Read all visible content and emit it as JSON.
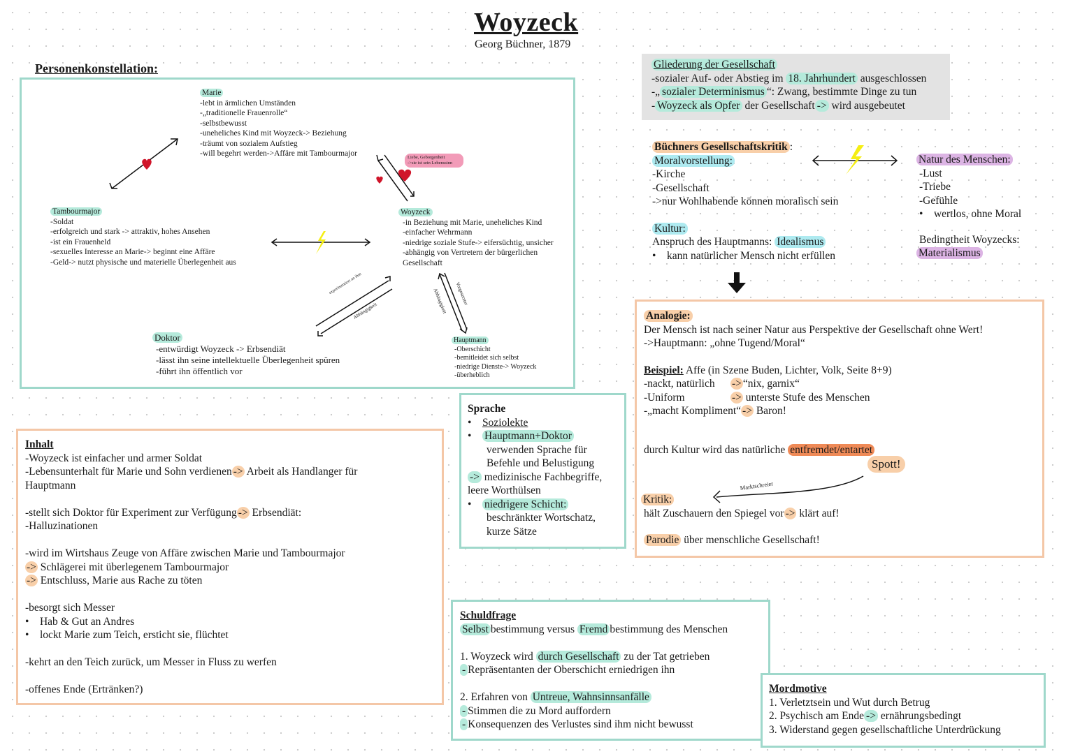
{
  "header": {
    "title": "Woyzeck",
    "subtitle": "Georg Büchner, 1879"
  },
  "personen": {
    "heading": "Personenkonstellation:",
    "marie": {
      "name": "Marie",
      "lines": [
        "-lebt in ärmlichen Umständen",
        "-„traditionelle Frauenrolle“",
        "-selbstbewusst",
        "-uneheliches Kind mit Woyzeck-> Beziehung",
        "-träumt von sozialem Aufstieg",
        "-will begehrt werden->Affäre mit Tambourmajor"
      ]
    },
    "tambourmajor": {
      "name": "Tambourmajor",
      "lines": [
        "-Soldat",
        "-erfolgreich und stark -> attraktiv, hohes Ansehen",
        "-ist ein Frauenheld",
        "-sexuelles Interesse an Marie-> beginnt eine Affäre",
        "-Geld-> nutzt physische und materielle Überlegenheit aus"
      ]
    },
    "woyzeck": {
      "name": "Woyzeck",
      "lines": [
        "-in Beziehung mit Marie, uneheliches Kind",
        "-einfacher Wehrmann",
        "-niedrige soziale Stufe-> eifersüchtig, unsicher",
        "-abhängig von Vertretern der bürgerlichen",
        "Gesellschaft"
      ]
    },
    "doktor": {
      "name": "Doktor",
      "lines": [
        "-entwürdigt Woyzeck -> Erbsendiät",
        "-lässt ihn seine intellektuelle Überlegenheit spüren",
        "-führt ihn öffentlich vor"
      ]
    },
    "hauptmann": {
      "name": "Hauptmann",
      "lines": [
        "-Oberschicht",
        "-bemitleidet sich selbst",
        "-niedrige Dienste-> Woyzeck",
        "-überheblich"
      ]
    },
    "liebe_note": [
      "Liebe, Geborgenheit",
      "->sie ist sein Lebenssinn"
    ],
    "arrow_labels": {
      "doktor_top": "experimentiert an ihm",
      "doktor_bottom": "Abhängigkeit",
      "hauptmann_left": "Abhängigkeit",
      "hauptmann_right": "Vorgesetzter"
    }
  },
  "gliederung": {
    "title": "Gliederung der Gesellschaft",
    "l1": {
      "a": "-sozialer Auf- oder Abstieg im ",
      "b": "18. Jahrhundert",
      "c": " ausgeschlossen"
    },
    "l2": {
      "a": "-„",
      "b": "sozialer Determinismus",
      "c": "“: Zwang, bestimmte Dinge zu tun"
    },
    "l3": {
      "a": "-",
      "b": "Woyzeck als Opfer",
      "c": " der Gesellschaft",
      "d": "->",
      "e": " wird ausgebeutet"
    }
  },
  "kritik": {
    "title": "Büchners Gesellschaftskritik",
    "title_colon": ":",
    "moral_title": "Moralvorstellung:",
    "moral_items": [
      "-Kirche",
      "-Gesellschaft",
      "->nur Wohlhabende können moralisch sein"
    ],
    "kultur_title": "Kultur:",
    "kultur_a": "Anspruch des Hauptmanns: ",
    "kultur_b": "Idealismus",
    "kultur_bullet": "kann natürlicher Mensch nicht erfüllen",
    "natur_title": "Natur des Menschen:",
    "natur_items": [
      "-Lust",
      "-Triebe",
      "-Gefühle"
    ],
    "natur_bullet": "wertlos, ohne Moral",
    "bedingt_title": "Bedingtheit Woyzecks:",
    "bedingt_value": "Materialismus"
  },
  "analogie": {
    "title": "Analogie:",
    "l1": "Der Mensch ist nach seiner Natur aus Perspektive der Gesellschaft ohne Wert!",
    "l2": "->Hauptmann: „ohne Tugend/Moral“",
    "beispiel_title": "Beispiel:",
    "beispiel_text": " Affe (in Szene Buden, Lichter, Volk, Seite 8+9)",
    "b1a": "-nackt, natürlich",
    "b1b": "->",
    "b1c": "“nix, garnix“",
    "b2a": "-Uniform",
    "b2b": "->",
    "b2c": " unterste Stufe des Menschen",
    "b3a": "-„macht Kompliment“",
    "b3b": "->",
    "b3c": " Baron!",
    "kultur_a": "durch Kultur wird das natürliche ",
    "kultur_b": "entfremdet/entartet",
    "spott": "Spott!",
    "marktschreier": "Marktschreier",
    "kritik_title": "Kritik:",
    "kritik_a": "hält Zuschauern den Spiegel vor",
    "kritik_b": "->",
    "kritik_c": " klärt auf!",
    "parodie_a": "Parodie",
    "parodie_b": " über menschliche Gesellschaft!"
  },
  "inhalt": {
    "title": "Inhalt",
    "l1": "-Woyzeck ist einfacher und armer Soldat",
    "l2a": "-Lebensunterhalt für Marie und Sohn verdienen",
    "l2b": "->",
    "l2c": " Arbeit als Handlanger für",
    "l3": "Hauptmann",
    "l4a": "-stellt sich Doktor für Experiment zur Verfügung",
    "l4b": "->",
    "l4c": " Erbsendiät:",
    "l5": "-Halluzinationen",
    "l6": "-wird im Wirtshaus Zeuge von Affäre zwischen Marie und Tambourmajor",
    "l7a": "->",
    "l7b": " Schlägerei mit überlegenem Tambourmajor",
    "l8a": "->",
    "l8b": " Entschluss, Marie aus Rache zu töten",
    "l9": "-besorgt sich Messer",
    "b1": "Hab & Gut an Andres",
    "b2": "lockt Marie zum Teich, ersticht sie, flüchtet",
    "l10": "-kehrt an den Teich zurück, um Messer in Fluss zu werfen",
    "l11": "-offenes Ende (Ertränken?)"
  },
  "sprache": {
    "title": "Sprache",
    "b1": "Soziolekte",
    "b2a": "Hauptmann+Doktor",
    "b2b": "verwenden Sprache für",
    "b2c": "Befehle und Belustigung",
    "l3a": "->",
    "l3b": " medizinische Fachbegriffe,",
    "l4": "leere Worthülsen",
    "b3a": "niedrigere Schicht:",
    "b3b": "beschränkter Wortschatz,",
    "b3c": "kurze Sätze"
  },
  "schuld": {
    "title": "Schuldfrage",
    "l1a": "Selbst",
    "l1b": "bestimmung versus ",
    "l1c": "Fremd",
    "l1d": "bestimmung des Menschen",
    "p1a": "1.   Woyzeck wird ",
    "p1b": "durch Gesellschaft",
    "p1c": " zu der Tat getrieben",
    "p1d": "-",
    "p1e": "Repräsentanten der Oberschicht erniedrigen ihn",
    "p2a": "2.    Erfahren von ",
    "p2b": "Untreue, Wahnsinnsanfälle",
    "p2c": "-",
    "p2d": "Stimmen die zu Mord auffordern",
    "p2e": "-",
    "p2f": "Konsequenzen des Verlustes sind ihm nicht bewusst"
  },
  "mord": {
    "title": "Mordmotive",
    "i1": "1.   Verletztsein und Wut durch Betrug",
    "i2a": "2.   Psychisch am Ende",
    "i2b": "->",
    "i2c": " ernährungsbedingt",
    "i3": "3.   Widerstand gegen gesellschaftliche Unterdrückung"
  },
  "colors": {
    "teal": "#9fd8cb",
    "orange": "#f4c7a7",
    "purple": "#dcb4e4",
    "red": "#ef8a57",
    "pink": "#f29bb8",
    "heart": "#d0152a",
    "bolt": "#f5ee14"
  }
}
